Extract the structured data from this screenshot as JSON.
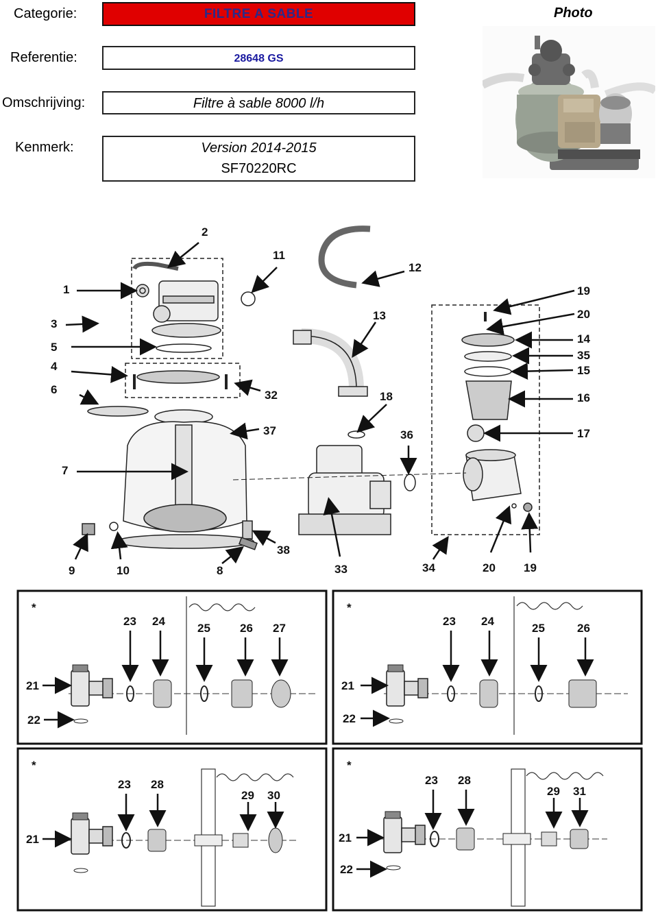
{
  "header": {
    "category_label": "Categorie:",
    "category_value": "FILTRE A SABLE",
    "reference_label": "Referentie:",
    "reference_value": "28648 GS",
    "description_label": "Omschrijving:",
    "description_value": "Filtre à sable 8000 l/h",
    "feature_label": "Kenmerk:",
    "feature_version": "Version 2014-2015",
    "feature_code": "SF70220RC",
    "photo_label": "Photo"
  },
  "main_diagram": {
    "callouts": [
      "1",
      "2",
      "3",
      "4",
      "5",
      "6",
      "7",
      "8",
      "9",
      "10",
      "11",
      "12",
      "13",
      "14",
      "15",
      "16",
      "17",
      "18",
      "19",
      "20",
      "32",
      "33",
      "34",
      "35",
      "36",
      "37",
      "38"
    ],
    "bottom_numbers": [
      "9",
      "10",
      "8",
      "33",
      "34",
      "20",
      "19"
    ]
  },
  "sub_diagrams": [
    {
      "star": "*",
      "parts": [
        "21",
        "22",
        "23",
        "24",
        "25",
        "26",
        "27"
      ]
    },
    {
      "star": "*",
      "parts": [
        "21",
        "22",
        "23",
        "24",
        "25",
        "26"
      ]
    },
    {
      "star": "*",
      "parts": [
        "21",
        "23",
        "28",
        "29",
        "30"
      ]
    },
    {
      "star": "*",
      "parts": [
        "21",
        "22",
        "23",
        "28",
        "29",
        "31"
      ]
    }
  ],
  "colors": {
    "category_fill": "#e00000",
    "category_text": "#2a2a8a",
    "reference_text": "#1a1aa0"
  }
}
